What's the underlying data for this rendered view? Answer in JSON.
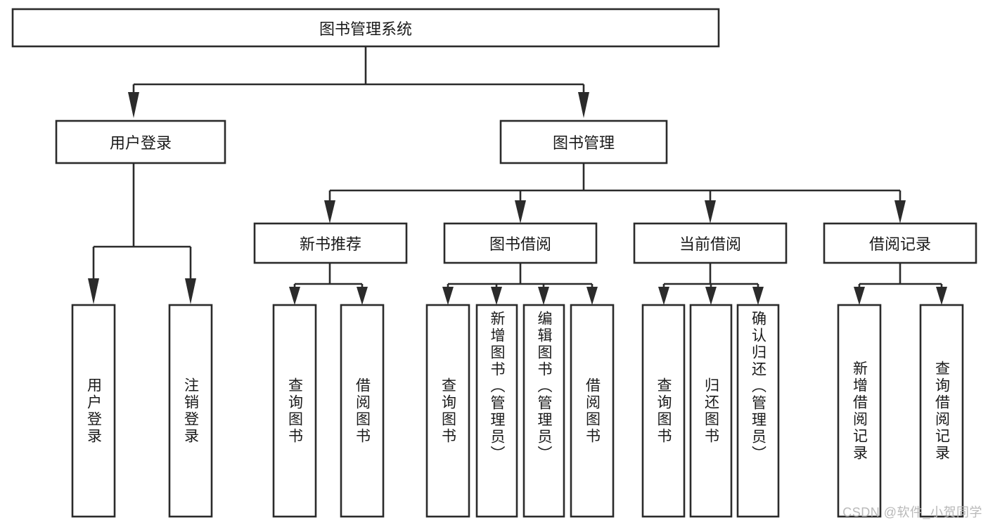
{
  "diagram": {
    "type": "tree-hierarchy",
    "title": "图书管理系统",
    "root": {
      "id": "root",
      "label": "图书管理系统",
      "orientation": "horizontal"
    },
    "level2": [
      {
        "id": "user-login",
        "label": "用户登录",
        "orientation": "horizontal"
      },
      {
        "id": "book-management",
        "label": "图书管理",
        "orientation": "horizontal"
      }
    ],
    "level3": [
      {
        "id": "new-book-recommend",
        "label": "新书推荐",
        "orientation": "horizontal"
      },
      {
        "id": "book-borrow",
        "label": "图书借阅",
        "orientation": "horizontal"
      },
      {
        "id": "current-borrow",
        "label": "当前借阅",
        "orientation": "horizontal"
      },
      {
        "id": "borrow-record",
        "label": "借阅记录",
        "orientation": "horizontal"
      }
    ],
    "leaves": {
      "user-login": [
        {
          "id": "leaf-user-login",
          "label": "用户登录",
          "orientation": "vertical"
        },
        {
          "id": "leaf-logout",
          "label": "注销登录",
          "orientation": "vertical"
        }
      ],
      "new-book-recommend": [
        {
          "id": "leaf-query-book-1",
          "label": "查询图书",
          "orientation": "vertical"
        },
        {
          "id": "leaf-borrow-book-1",
          "label": "借阅图书",
          "orientation": "vertical"
        }
      ],
      "book-borrow": [
        {
          "id": "leaf-query-book-2",
          "label": "查询图书",
          "orientation": "vertical"
        },
        {
          "id": "leaf-add-book",
          "label": "新增图书（管理员）",
          "orientation": "vertical"
        },
        {
          "id": "leaf-edit-book",
          "label": "编辑图书（管理员）",
          "orientation": "vertical"
        },
        {
          "id": "leaf-borrow-book-2",
          "label": "借阅图书",
          "orientation": "vertical"
        }
      ],
      "current-borrow": [
        {
          "id": "leaf-query-book-3",
          "label": "查询图书",
          "orientation": "vertical"
        },
        {
          "id": "leaf-return-book",
          "label": "归还图书",
          "orientation": "vertical"
        },
        {
          "id": "leaf-confirm-return",
          "label": "确认归还（管理员）",
          "orientation": "vertical"
        }
      ],
      "borrow-record": [
        {
          "id": "leaf-add-record",
          "label": "新增借阅记录",
          "orientation": "vertical"
        },
        {
          "id": "leaf-query-record",
          "label": "查询借阅记录",
          "orientation": "vertical"
        }
      ]
    },
    "colors": {
      "stroke": "#2b2b2b",
      "fill": "#ffffff",
      "text": "#1a1a1a",
      "watermark": "#b9b9b9",
      "background": "#ffffff"
    }
  },
  "watermark": {
    "text": "CSDN @软件_小贺同学"
  }
}
